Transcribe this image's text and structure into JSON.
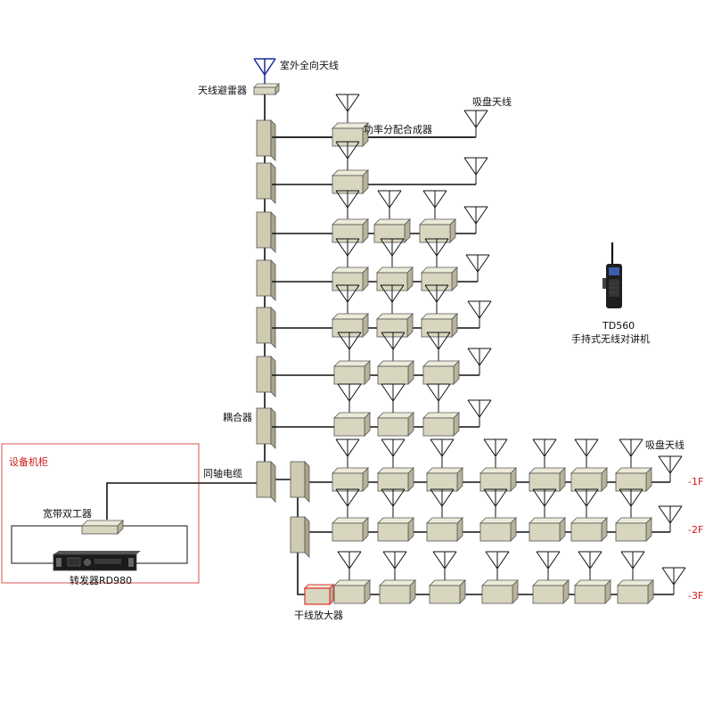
{
  "labels": {
    "outdoor_antenna": "室外全向天线",
    "lightning_arrester": "天线避雷器",
    "splitter": "功率分配合成器",
    "ceiling_antenna_top": "吸盘天线",
    "ceiling_antenna_right": "吸盘天线",
    "coupler": "耦合器",
    "coax_cable": "同轴电缆",
    "cabinet_title": "设备机柜",
    "duplexer": "宽带双工器",
    "repeater": "转发器RD980",
    "trunk_amplifier": "干线放大器",
    "radio_model": "TD560",
    "radio_desc": "手持式无线对讲机"
  },
  "floors": [
    "-1F",
    "-2F",
    "-3F"
  ],
  "colors": {
    "cabinet_border": "#e07070",
    "cabinet_title": "#d01818",
    "floor_label": "#d01818",
    "device": "#d9d6bf",
    "amplifier_highlight": "#e03030",
    "outdoor_antenna": "#1a2a9c"
  },
  "icons": {
    "antenna": "antenna-icon",
    "splitter": "splitter-box-icon",
    "coupler": "coupler-icon",
    "radio": "walkie-talkie-icon",
    "repeater": "rack-repeater-icon"
  }
}
